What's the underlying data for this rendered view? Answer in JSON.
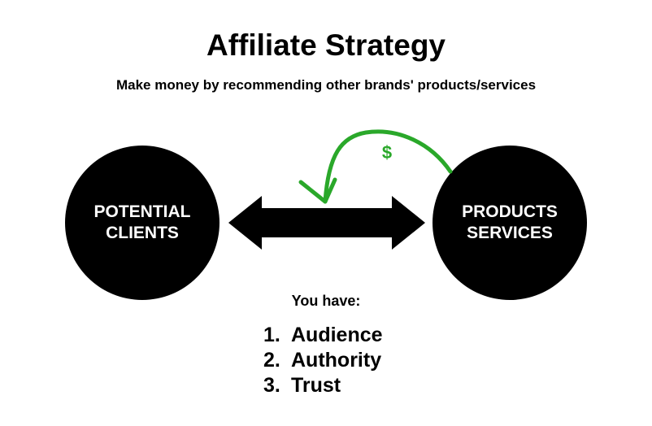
{
  "title": "Affiliate Strategy",
  "subtitle": "Make money by recommending other brands' products/services",
  "left_node": {
    "lines": [
      "POTENTIAL",
      "CLIENTS"
    ]
  },
  "right_node": {
    "lines": [
      "PRODUCTS",
      "SERVICES"
    ]
  },
  "money_label": "$",
  "you_have_label": "You have:",
  "assets": [
    {
      "number": "1.",
      "label": "Audience"
    },
    {
      "number": "2.",
      "label": "Authority"
    },
    {
      "number": "3.",
      "label": "Trust"
    }
  ],
  "colors": {
    "node_fill": "#000000",
    "node_text": "#ffffff",
    "arrow": "#000000",
    "money_arrow": "#2aa82a",
    "money_label": "#2aa82a"
  }
}
